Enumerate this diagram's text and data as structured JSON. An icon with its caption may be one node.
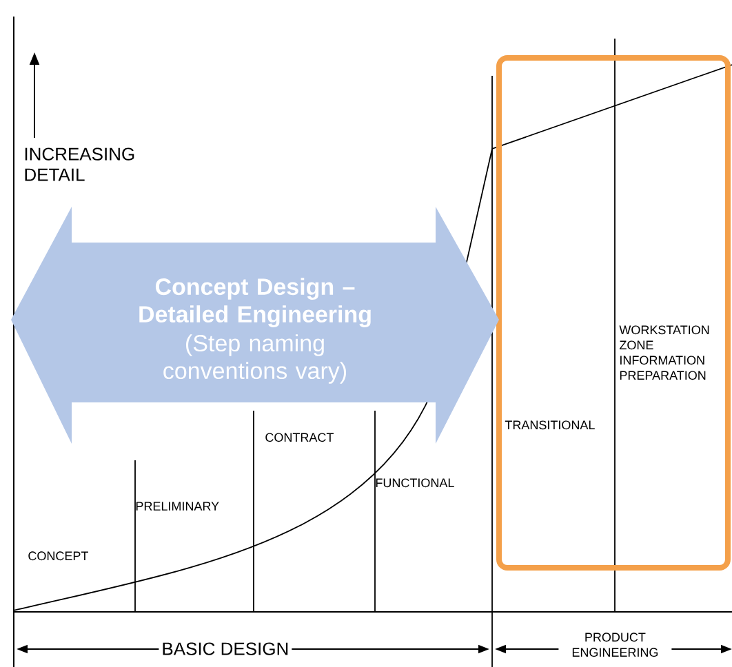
{
  "diagram": {
    "nodes": [
      {
        "text": [
          "Concept Design – Detailed Engineering",
          "(Step naming conventions vary)"
        ]
      }
    ],
    "edges": [],
    "labels": [
      "INCREASING DETAIL",
      "CONCEPT",
      "PRELIMINARY",
      "CONTRACT",
      "FUNCTIONAL",
      "TRANSITIONAL",
      "WORKSTATION ZONE INFORMATION PREPARATION",
      "BASIC DESIGN",
      "PRODUCT ENGINEERING"
    ]
  }
}
